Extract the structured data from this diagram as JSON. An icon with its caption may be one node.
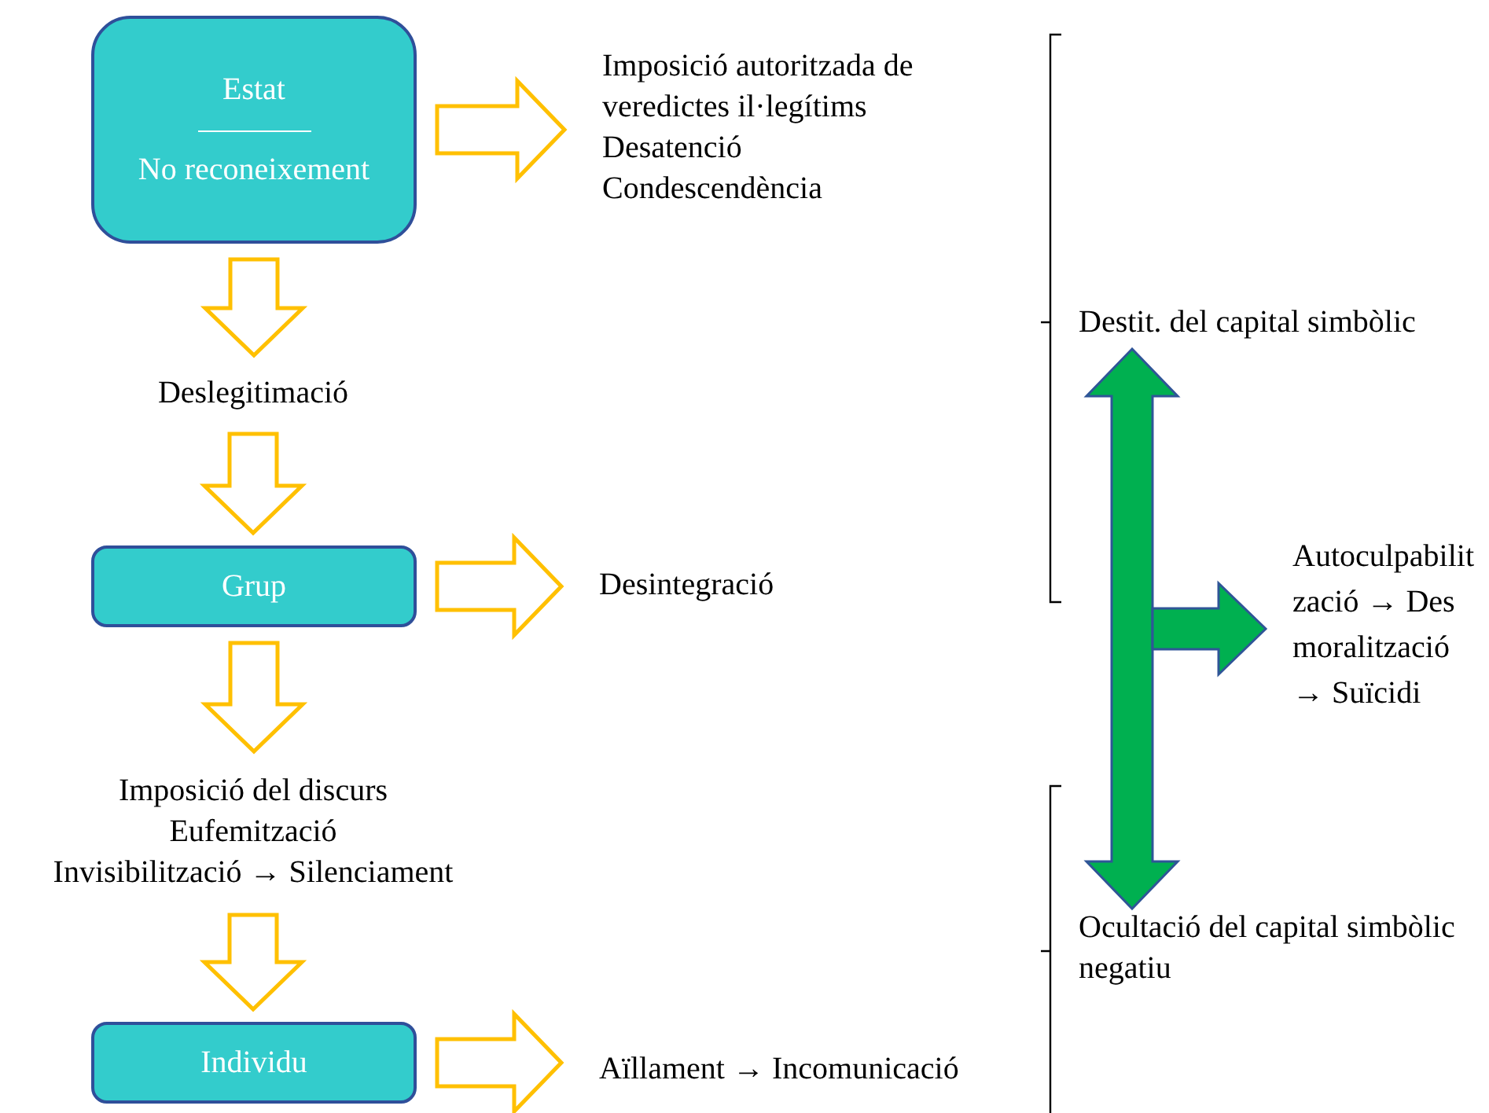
{
  "diagram": {
    "nodes": [
      {
        "text": [
          "Estat",
          "No reconeixement"
        ]
      },
      {
        "text": [
          "Imposició autoritzada de veredictes il·legítims",
          "Desatenció",
          "Condescendència"
        ]
      },
      {
        "text": [
          "Deslegitimació"
        ]
      },
      {
        "text": [
          "Grup"
        ]
      },
      {
        "text": [
          "Desintegració"
        ]
      },
      {
        "text": [
          "Imposició del discurs",
          "Eufemització",
          "Invisibilització → Silenciament"
        ]
      },
      {
        "text": [
          "Individu"
        ]
      },
      {
        "text": [
          "Aïllament → Incomunicació"
        ]
      },
      {
        "text": [
          "Destit. del capital simbòlic"
        ]
      },
      {
        "text": [
          "Autoculpabilització → Desmoralització → Suïcidi"
        ]
      },
      {
        "text": [
          "Ocultació del capital simbòlic negatiu"
        ]
      }
    ],
    "edges": [
      {
        "from": 0,
        "to": 1,
        "arrow": "to"
      },
      {
        "from": 0,
        "to": 2,
        "arrow": "to"
      },
      {
        "from": 2,
        "to": 3,
        "arrow": "to"
      },
      {
        "from": 3,
        "to": 4,
        "arrow": "to"
      },
      {
        "from": 3,
        "to": 5,
        "arrow": "to"
      },
      {
        "from": 5,
        "to": 6,
        "arrow": "to"
      },
      {
        "from": 6,
        "to": 7,
        "arrow": "to"
      },
      {
        "from": 8,
        "to": 10,
        "arrow": "both",
        "style": "thick",
        "color": "#00b050"
      },
      {
        "from": null,
        "to": 9,
        "arrow": "to",
        "style": "thick",
        "color": "#00b050"
      }
    ]
  }
}
